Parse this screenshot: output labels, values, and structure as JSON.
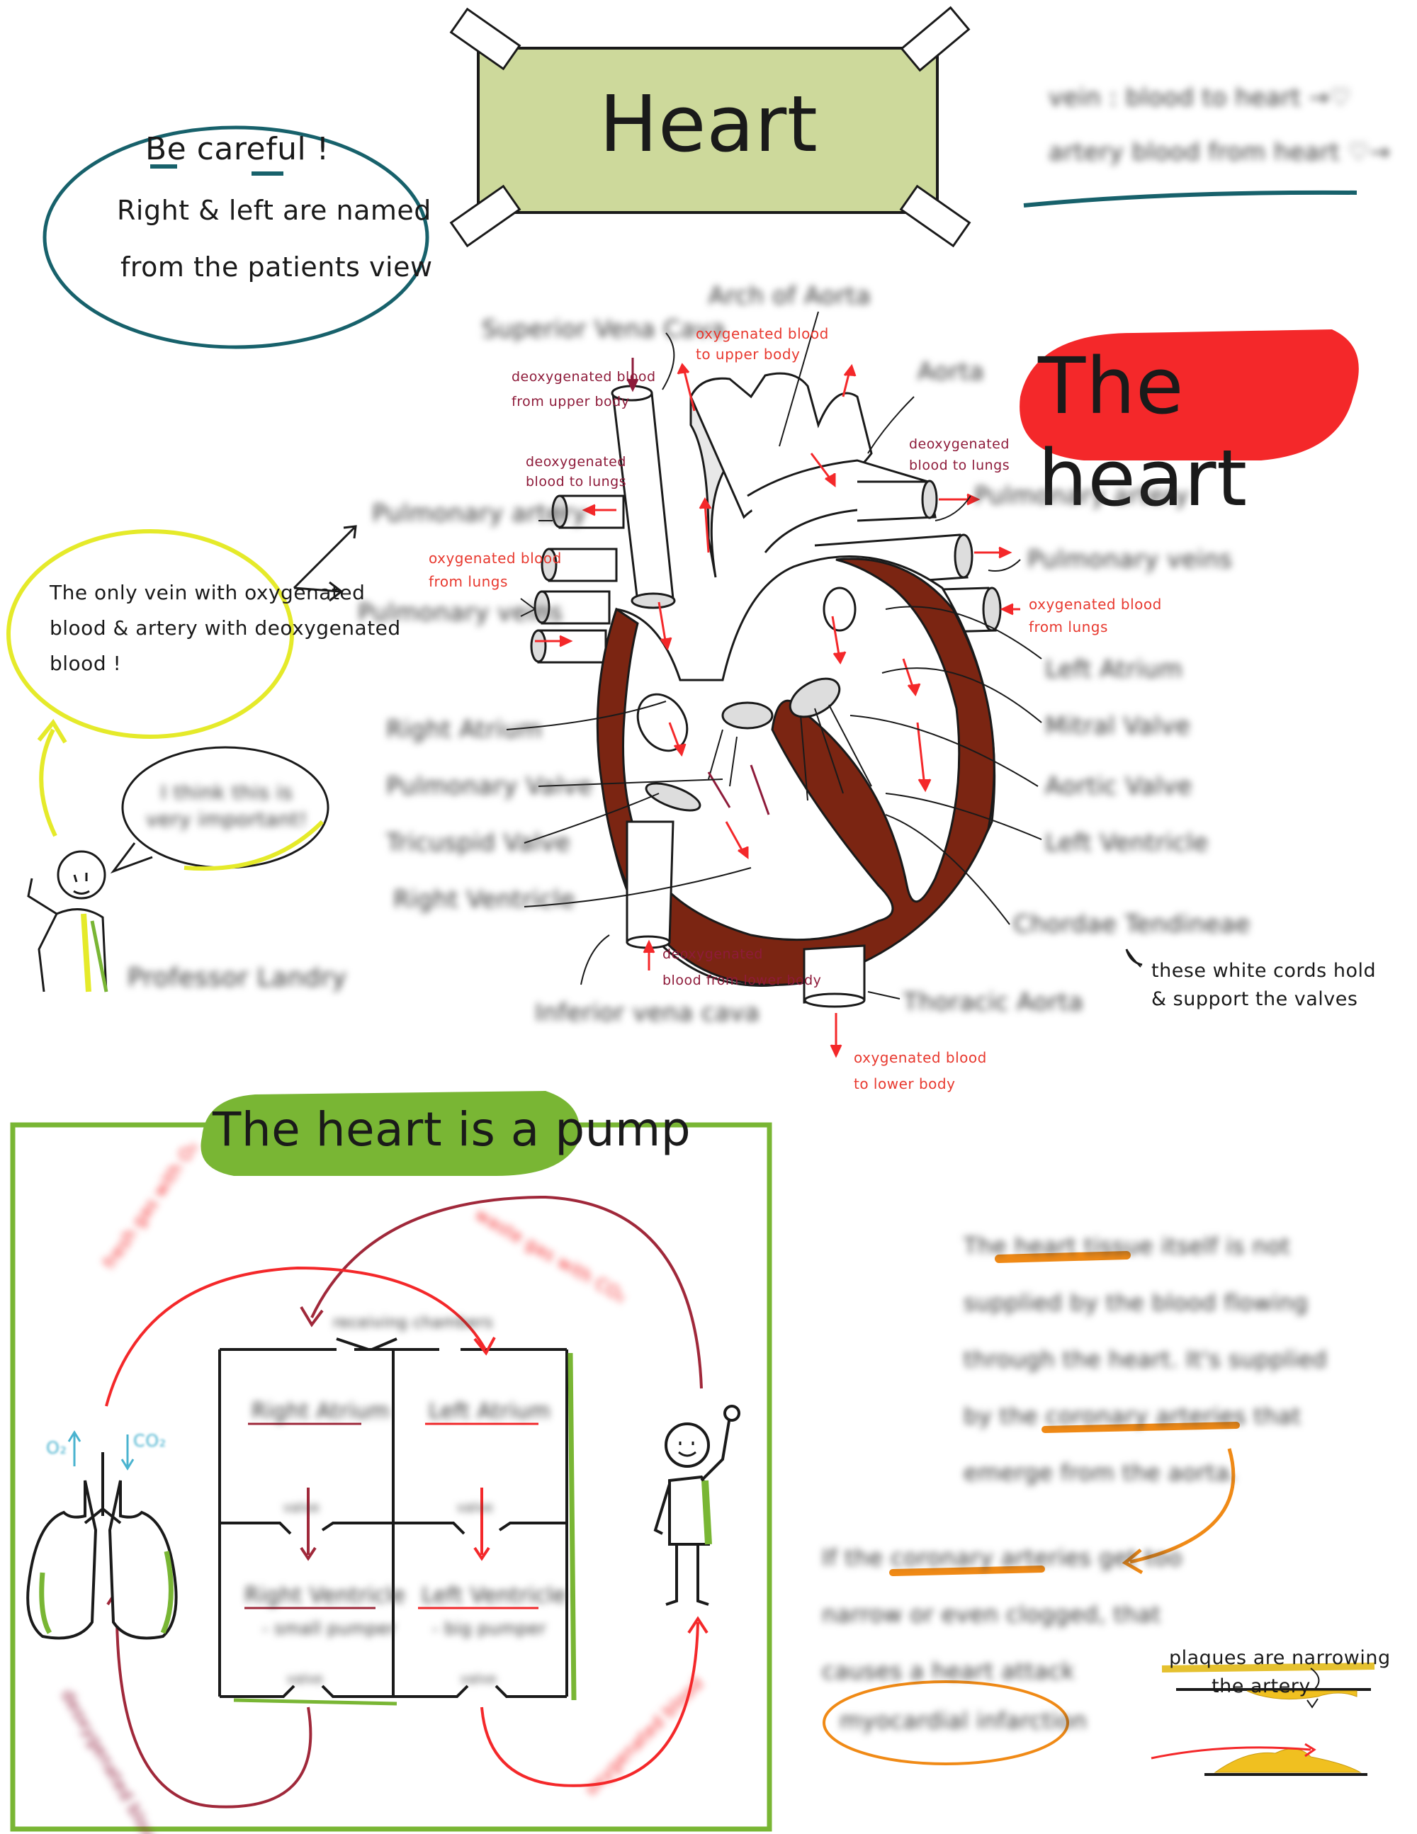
{
  "title": "Heart",
  "vein_artery_note": {
    "line1": "vein : blood to heart →♡",
    "line2": "artery blood from heart ♡→"
  },
  "careful_bubble": {
    "title": "Be careful !",
    "line1": "Right & left are named",
    "line2": "from the patients view"
  },
  "the_heart_heading": "The heart",
  "vein_note": {
    "line1": "The only vein with oxygenated",
    "line2": "blood & artery with deoxygenated",
    "line3": "blood !"
  },
  "professor": {
    "speech": "I think this is very important!",
    "name": "Professor Landry"
  },
  "heart_labels": {
    "arch_of_aorta": "Arch of Aorta",
    "superior_vena_cava": "Superior Vena Cava",
    "aorta": "Aorta",
    "pulmonary_artery_left": "Pulmonary artery",
    "pulmonary_artery_right": "Pulmonary artery",
    "pulmonary_veins_left": "Pulmonary veins",
    "pulmonary_veins_right": "Pulmonary veins",
    "left_atrium": "Left Atrium",
    "mitral_valve": "Mitral Valve",
    "aortic_valve": "Aortic Valve",
    "left_ventricle": "Left Ventricle",
    "chordae_tendineae": "Chordae Tendineae",
    "thoracic_aorta": "Thoracic Aorta",
    "right_atrium": "Right Atrium",
    "pulmonary_valve": "Pulmonary Valve",
    "tricuspid_valve": "Tricuspid Valve",
    "right_ventricle": "Right Ventricle",
    "inferior_vena_cava": "Inferior vena cava"
  },
  "flow_notes": {
    "deoxy_upper": [
      "deoxygenated blood",
      "from upper body"
    ],
    "oxy_upper": [
      "oxygenated blood",
      "to upper body"
    ],
    "deoxy_lungs_left": [
      "deoxygenated",
      "blood to lungs"
    ],
    "deoxy_lungs_right": [
      "deoxygenated",
      "blood to lungs"
    ],
    "oxy_lungs_left": [
      "oxygenated blood",
      "from lungs"
    ],
    "oxy_lungs_right": [
      "oxygenated blood",
      "from lungs"
    ],
    "deoxy_lower": [
      "deoxygenated",
      "blood from lower body"
    ],
    "oxy_lower": [
      "oxygenated blood",
      "to lower body"
    ]
  },
  "cords_note": {
    "line1": "these white cords hold",
    "line2": "& support the valves"
  },
  "pump": {
    "title": "The heart is a pump",
    "receiving": "receiving chambers",
    "right_atrium": "Right Atrium",
    "left_atrium": "Left Atrium",
    "right_ventricle": "Right Ventricle",
    "left_ventricle": "Left Ventricle",
    "small_pumper": "- small pumper",
    "big_pumper": "- big pumper",
    "valve": "valve",
    "fresh_gas": "fresh gas with O₂",
    "waste_gas": "waste gas with CO₂",
    "deoxy_blood": "deoxygenated blood",
    "oxy_blood": "oxygenated blood",
    "o2": "O₂",
    "co2": "CO₂"
  },
  "coronary": {
    "p1": [
      "The heart tissue itself is not",
      "supplied by the blood flowing",
      "through the heart. It's supplied",
      "by the coronary arteries that",
      "emerge from the aorta."
    ],
    "p2": [
      "If the coronary arteries get too",
      "narrow or even clogged, that",
      "causes a heart attack"
    ],
    "mi": "myocardial infarction",
    "plaques": "plaques are narrowing",
    "the_artery": "the artery"
  },
  "colors": {
    "title_box": "#cdd99b",
    "teal": "#17616b",
    "yellow": "#e5ea2a",
    "red": "#f4282a",
    "green": "#79b634",
    "orange": "#f08a16",
    "maroon": "#7b2512"
  }
}
